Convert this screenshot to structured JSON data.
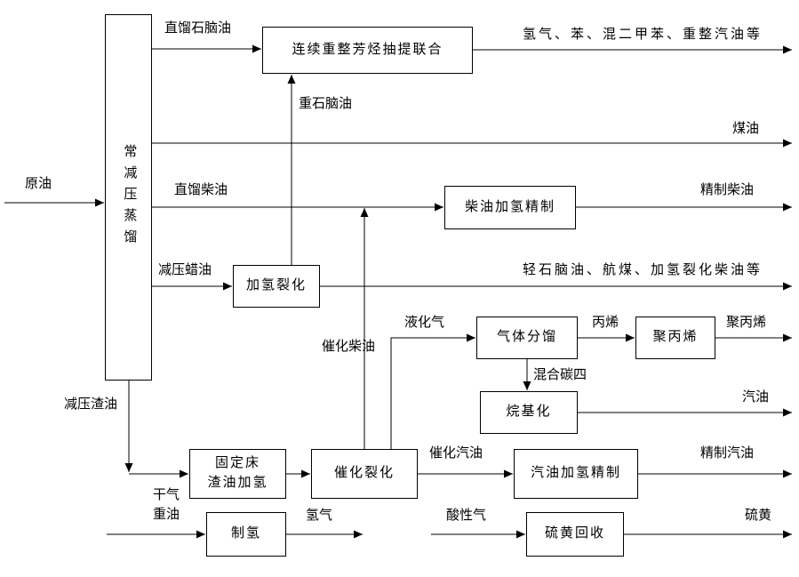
{
  "diagram": {
    "boxes": {
      "distillation": "常减压蒸馏",
      "reformer": "连续重整芳烃抽提联合",
      "diesel_hydrotreater": "柴油加氢精制",
      "hydrocracker": "加氢裂化",
      "gas_fractionation": "气体分馏",
      "polypropylene_unit": "聚丙烯",
      "alkylation": "烷基化",
      "residue_hydrotreater": "固定床\n渣油加氢",
      "fcc": "催化裂化",
      "gasoline_hydrotreater": "汽油加氢精制",
      "hydrogen_plant": "制氢",
      "sulfur_recovery": "硫黄回收"
    },
    "labels": {
      "crude_oil": "原油",
      "straight_run_naphtha": "直馏石脑油",
      "reformer_products": "氢气、苯、混二甲苯、重整汽油等",
      "heavy_naphtha": "重石脑油",
      "kerosene": "煤油",
      "straight_run_diesel": "直馏柴油",
      "refined_diesel": "精制柴油",
      "vacuum_gas_oil": "减压蜡油",
      "hydrocracker_products": "轻石脑油、航煤、加氢裂化柴油等",
      "lpg": "液化气",
      "propylene": "丙烯",
      "polypropylene": "聚丙烯",
      "catalytic_diesel": "催化柴油",
      "mixed_c4": "混合碳四",
      "gasoline": "汽油",
      "vacuum_residue": "减压渣油",
      "catalytic_gasoline": "催化汽油",
      "refined_gasoline": "精制汽油",
      "dry_gas": "干气",
      "heavy_oil": "重油",
      "hydrogen": "氢气",
      "acid_gas": "酸性气",
      "sulfur": "硫黄"
    },
    "colors": {
      "line": "#000000",
      "background": "#ffffff"
    }
  }
}
